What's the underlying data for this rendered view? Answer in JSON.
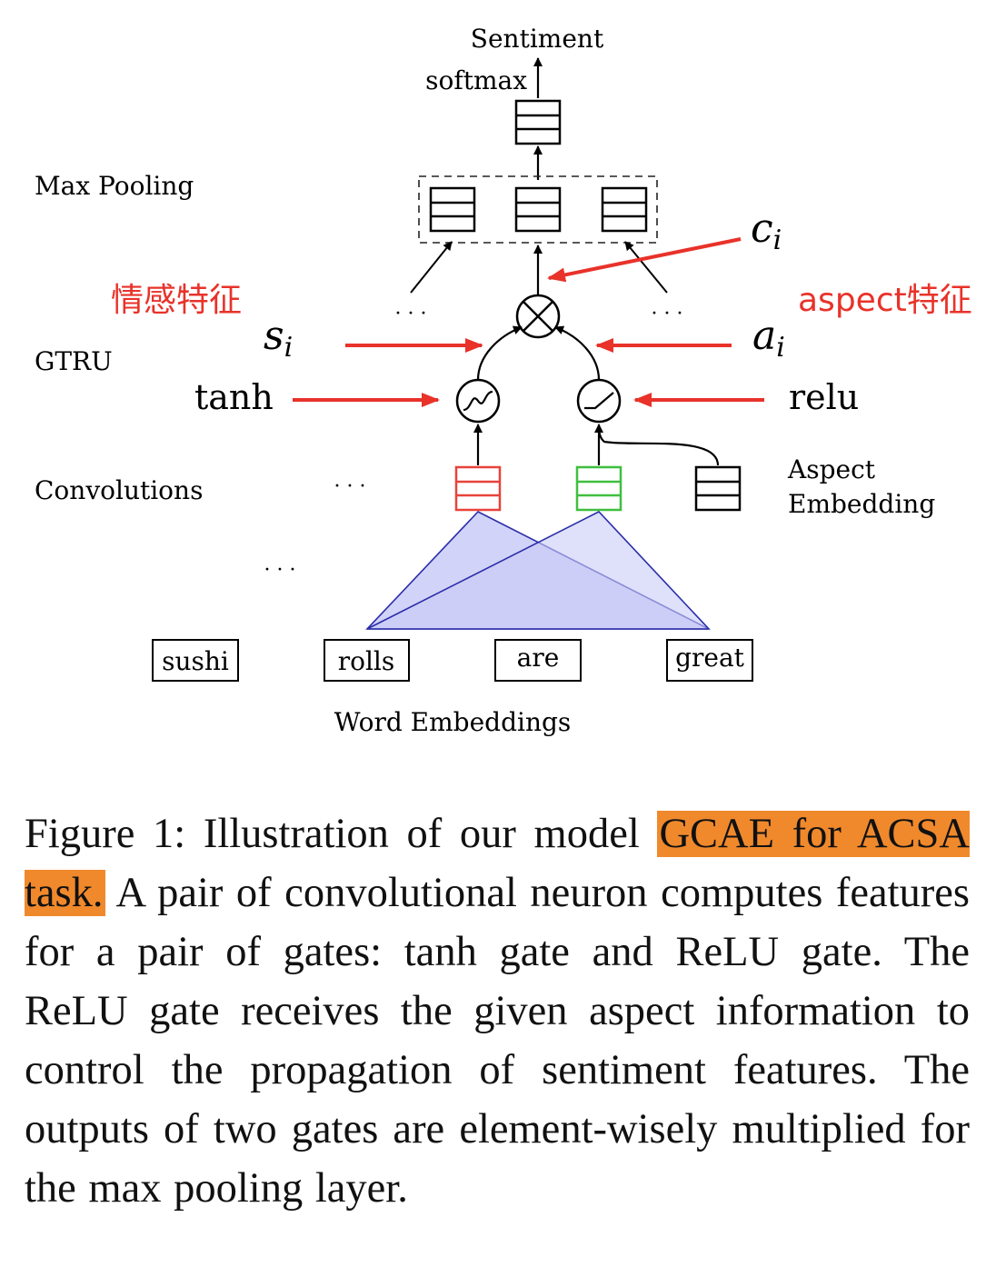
{
  "figure": {
    "output_label": "Sentiment",
    "softmax_label": "softmax",
    "layers": {
      "max_pooling": "Max Pooling",
      "gtru": "GTRU",
      "convolutions": "Convolutions",
      "word_embeddings": "Word Embeddings"
    },
    "aspect_embedding": [
      "Aspect",
      "Embedding"
    ],
    "symbols": {
      "c": "c",
      "c_sub": "i",
      "s": "s",
      "s_sub": "i",
      "a": "a",
      "a_sub": "i",
      "tanh": "tanh",
      "relu": "relu",
      "ellipsis": "· · ·"
    },
    "annotations": {
      "sentiment_feature": "情感特征",
      "aspect_feature": "aspect特征"
    },
    "words": [
      "sushi",
      "rolls",
      "are",
      "great"
    ],
    "colors": {
      "annotation_red": "#e8322a",
      "conv_red": "#e8433b",
      "conv_green": "#3fbf3f",
      "filter_fill": "#c9cbf7",
      "filter_stroke": "#2a2ea8",
      "highlight": "#f0892c"
    }
  },
  "caption": {
    "prefix": "Figure 1:  Illustration of our model ",
    "highlight": "GCAE for ACSA task.",
    "rest": " A pair of convolutional neuron computes features for a pair of gates: tanh gate and ReLU gate.  The ReLU gate receives the given aspect information to control the propagation of sentiment features.  The outputs of two gates are element-wisely multiplied for the max pooling layer."
  }
}
